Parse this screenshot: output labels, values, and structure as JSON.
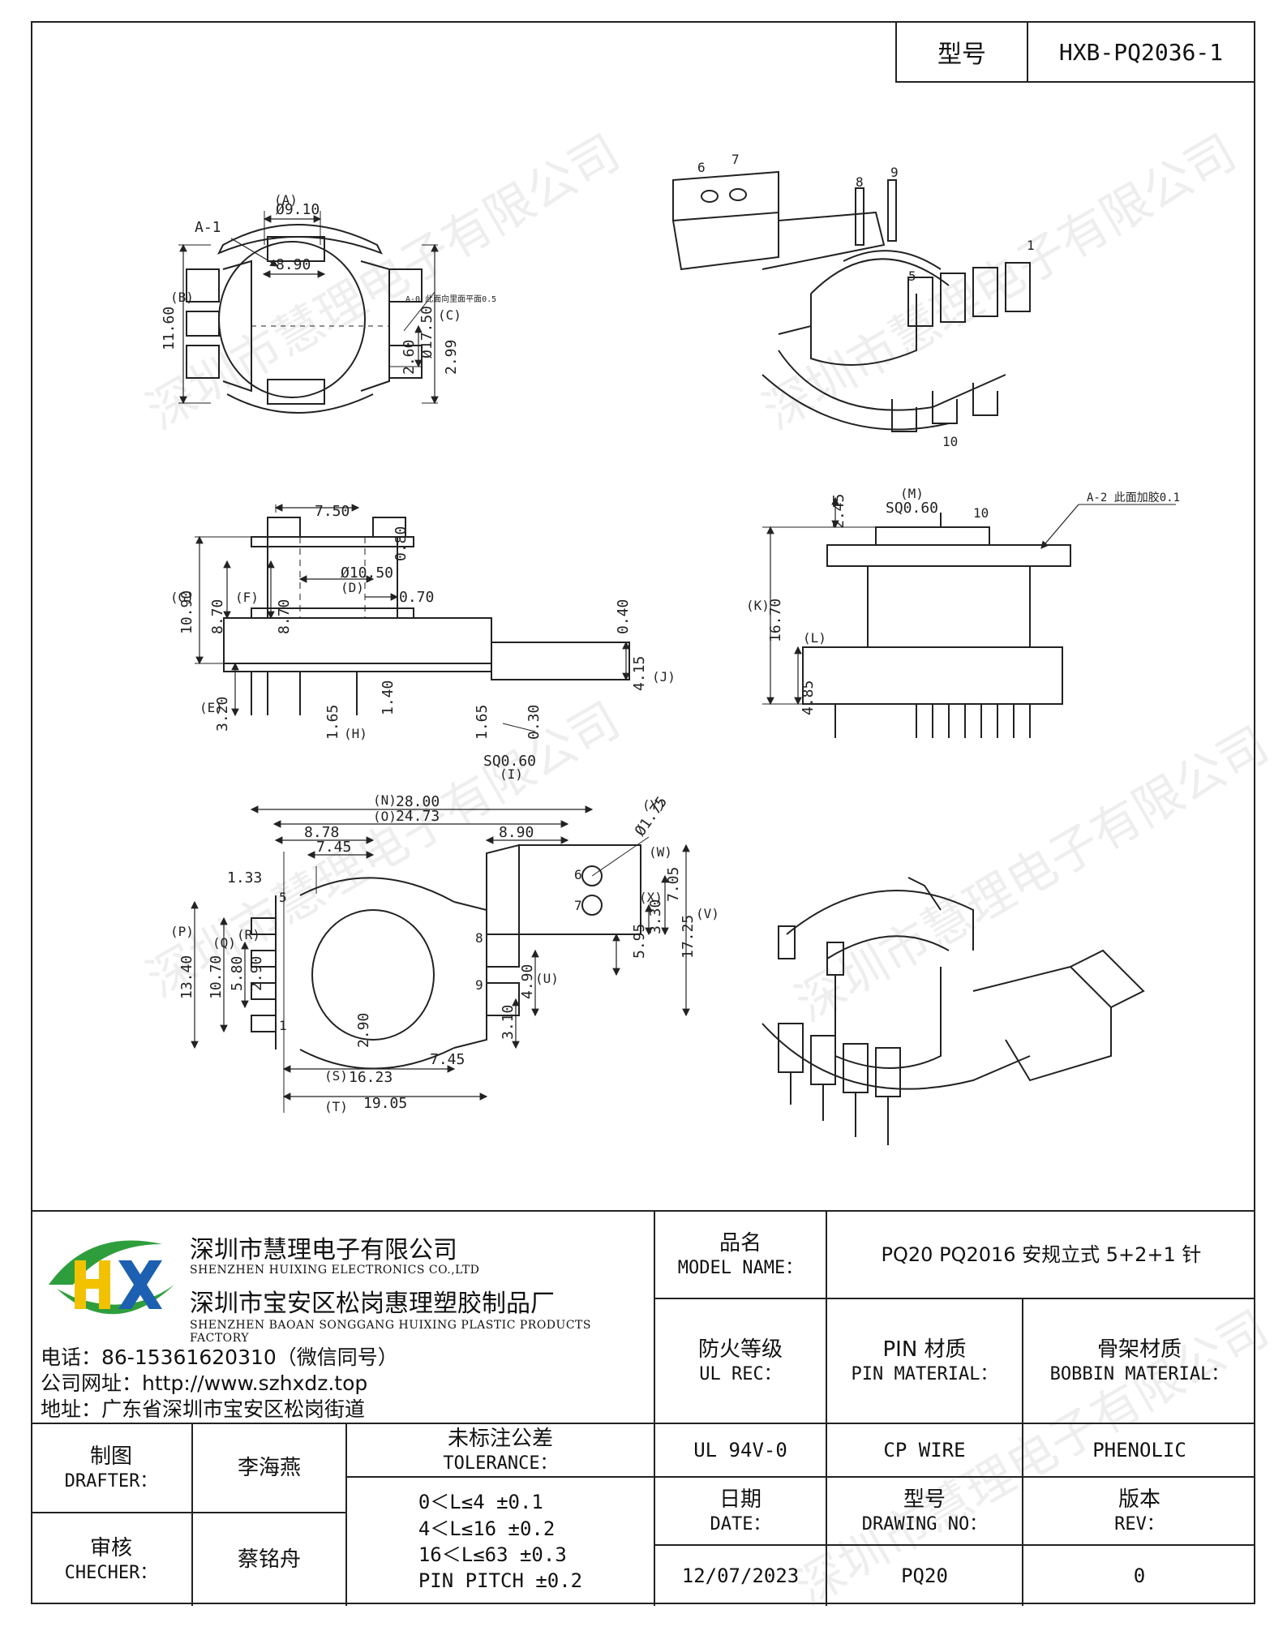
{
  "header": {
    "model_label": "型号",
    "model_value": "HXB-PQ2036-1"
  },
  "drawing": {
    "top_view": {
      "ref_a1": "A-1",
      "dim_a": "(A)",
      "d910": "Ø9.10",
      "d890": "8.90",
      "dim_b": "(B)",
      "d1160": "11.60",
      "dim_c": "(C)",
      "d1750": "Ø17.50",
      "d260": "2.60",
      "d299": "2.99",
      "note_a0": "A-0 此面向里面平面0.5"
    },
    "iso_top": {
      "p6": "6",
      "p7": "7",
      "p8": "8",
      "p9": "9",
      "p5": "5",
      "p1": "1",
      "p10": "10"
    },
    "front_view": {
      "d750": "7.50",
      "d080": "0.80",
      "dim_g": "(G)",
      "dim_f": "(F)",
      "d1090": "10.90",
      "d870a": "8.70",
      "d870b": "8.70",
      "dim_d": "(D)",
      "d1050": "Ø10.50",
      "d070": "0.70",
      "d040": "0.40",
      "d415": "4.15",
      "dim_j": "(J)",
      "dim_e": "(E)",
      "d320": "3.20",
      "d165a": "1.65",
      "dim_h": "(H)",
      "d140": "1.40",
      "d165b": "1.65",
      "d030": "0.30",
      "sq060": "SQ0.60",
      "dim_i": "(I)"
    },
    "side_view": {
      "d245": "2.45",
      "dim_m": "(M)",
      "sq060": "SQ0.60",
      "p10": "10",
      "note_a2": "A-2  此面加胶0.1",
      "dim_k": "(K)",
      "d1670": "16.70",
      "dim_l": "(L)",
      "d485": "4.85"
    },
    "bottom_view": {
      "dim_n": "(N)",
      "d2800": "28.00",
      "dim_o": "(O)",
      "d2473": "24.73",
      "d878": "8.78",
      "d890": "8.90",
      "dim_y": "(Y)",
      "d175": "Ø1.75",
      "d133": "1.33",
      "d745a": "7.45",
      "p6": "6",
      "p7": "7",
      "dim_w": "(W)",
      "dim_x": "(X)",
      "d705": "7.05",
      "d330": "3.30",
      "d595": "5.95",
      "d1725": "17.25",
      "dim_v": "(V)",
      "dim_p": "(P)",
      "d1340": "13.40",
      "dim_q": "(Q)",
      "d1070": "10.70",
      "dim_r": "(R)",
      "d580": "5.80",
      "d290a": "2.90",
      "d290b": "2.90",
      "p5": "5",
      "p1": "1",
      "p8": "8",
      "p9": "9",
      "d490": "4.90",
      "dim_u": "(U)",
      "d310": "3.10",
      "d745b": "7.45",
      "dim_s": "(S)",
      "d1623": "16.23",
      "dim_t": "(T)",
      "d1905": "19.05"
    },
    "watermark": "深圳市慧理电子有限公司"
  },
  "company": {
    "name_cn": "深圳市慧理电子有限公司",
    "name_en": "SHENZHEN HUIXING ELECTRONICS CO.,LTD",
    "factory_cn": "深圳市宝安区松岗惠理塑胶制品厂",
    "factory_en": "SHENZHEN BAOAN SONGGANG HUIXING PLASTIC PRODUCTS FACTORY",
    "phone": "电话：86-15361620310（微信同号）",
    "website": "公司网址：http://www.szhxdz.top",
    "address": "地址：广东省深圳市宝安区松岗街道",
    "logo_colors": {
      "green": "#2e9e3c",
      "yellow": "#f2c200",
      "blue": "#1d5fb0"
    }
  },
  "title_block": {
    "model_name_zh": "品名",
    "model_name_en": "MODEL NAME：",
    "model_name_value": "PQ20 PQ2016 安规立式 5+2+1 针",
    "fire_zh": "防火等级",
    "fire_en": "UL REC：",
    "pin_zh": "PIN 材质",
    "pin_en": "PIN MATERIAL：",
    "bobbin_zh": "骨架材质",
    "bobbin_en": "BOBBIN MATERIAL：",
    "fire_value": "UL 94V-0",
    "pin_value": "CP WIRE",
    "bobbin_value": "PHENOLIC",
    "drafter_zh": "制图",
    "drafter_en": "DRAFTER：",
    "drafter_name": "李海燕",
    "checker_zh": "审核",
    "checker_en": "CHECHER：",
    "checker_name": "蔡铭舟",
    "tolerance_zh": "未标注公差",
    "tolerance_en": "TOLERANCE：",
    "tol_1": "0＜L≤4   ±0.1",
    "tol_2": "4＜L≤16  ±0.2",
    "tol_3": "16＜L≤63  ±0.3",
    "tol_4": "PIN PITCH  ±0.2",
    "date_zh": "日期",
    "date_en": "DATE：",
    "date_value": "12/07/2023",
    "drawing_no_zh": "型号",
    "drawing_no_en": "DRAWING NO：",
    "drawing_no_value": "PQ20",
    "rev_zh": "版本",
    "rev_en": "REV：",
    "rev_value": "0"
  }
}
